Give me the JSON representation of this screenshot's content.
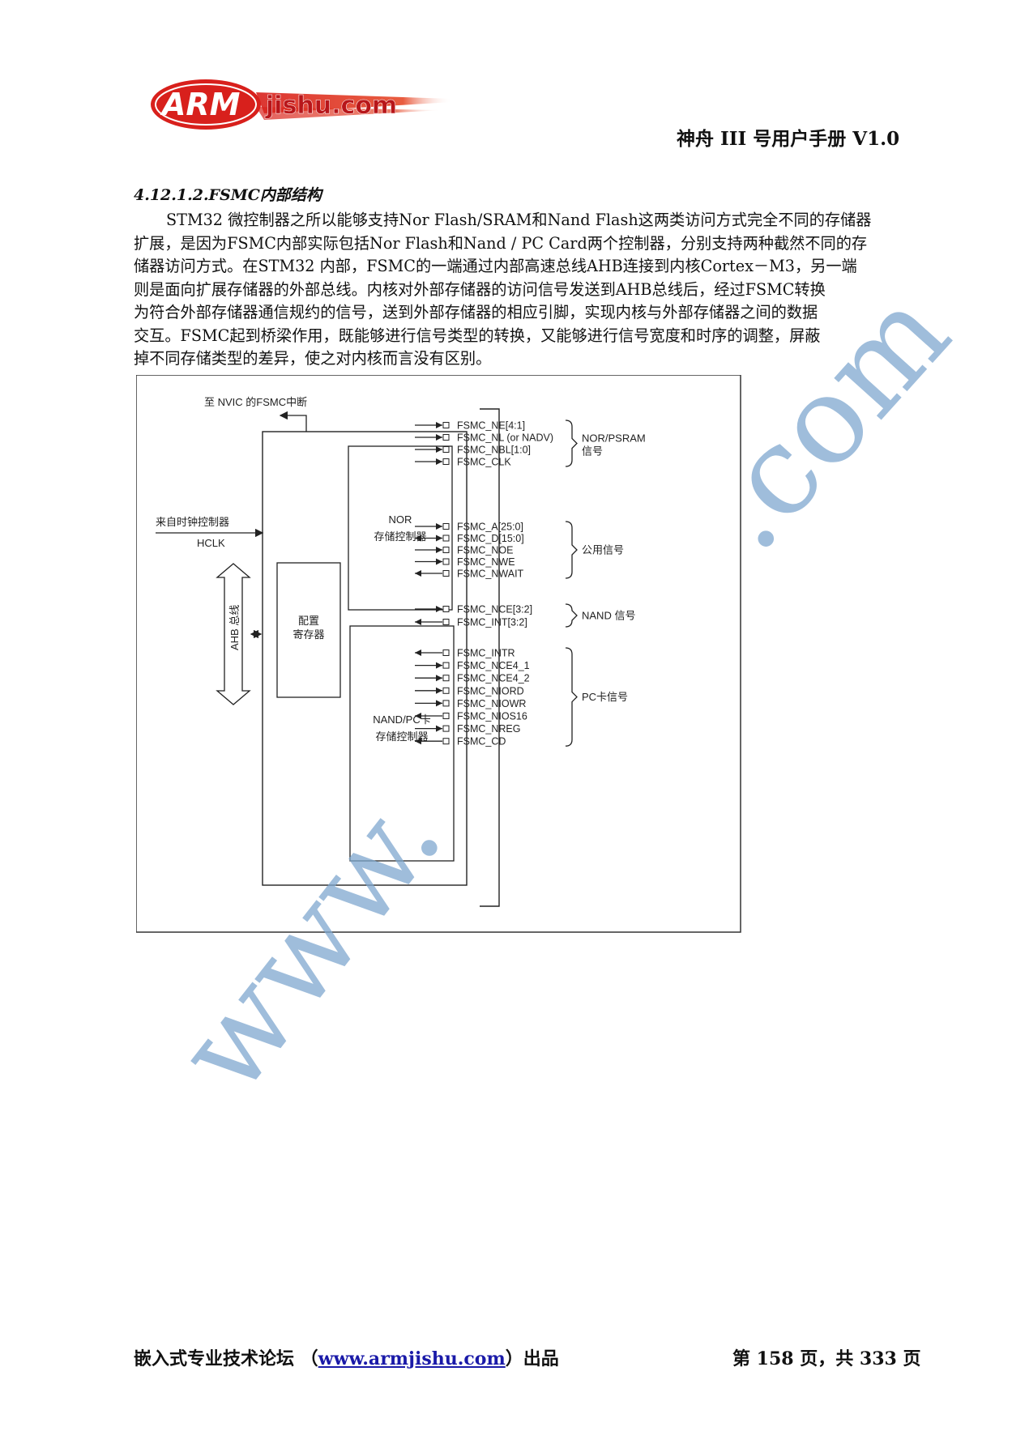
{
  "header": {
    "logo_text": "ARMjishu.com",
    "title": "神舟 III 号用户手册  V1.0"
  },
  "section": {
    "heading": "4.12.1.2.FSMC内部结构",
    "paragraph_lines": [
      "STM32 微控制器之所以能够支持Nor Flash/SRAM和Nand Flash这两类访问方式完全不同的存储器",
      "扩展，是因为FSMC内部实际包括Nor Flash和Nand / PC Card两个控制器，分别支持两种截然不同的存",
      "储器访问方式。在STM32 内部，FSMC的一端通过内部高速总线AHB连接到内核Cortex－M3，另一端",
      "则是面向扩展存储器的外部总线。内核对外部存储器的访问信号发送到AHB总线后，经过FSMC转换",
      "为符合外部存储器通信规约的信号，送到外部存储器的相应引脚，实现内核与外部存储器之间的数据",
      "交互。FSMC起到桥梁作用，既能够进行信号类型的转换，又能够进行信号宽度和时序的调整，屏蔽",
      "掉不同存储类型的差异，使之对内核而言没有区别。"
    ]
  },
  "diagram": {
    "nvic_label": "至 NVIC 的FSMC中断",
    "clock_label": "来自时钟控制器",
    "hclk_label": "HCLK",
    "ahb_label": "AHB 总线",
    "config_label_1": "配置",
    "config_label_2": "寄存器",
    "nor_label_1": "NOR",
    "nor_label_2": "存储控制器",
    "nand_label_1": "NAND/PC卡",
    "nand_label_2": "存储控制器",
    "signal_groups": [
      {
        "name_1": "NOR/PSRAM",
        "name_2": "信号",
        "signals": [
          {
            "label": "FSMC_NE[4:1]",
            "dir": "out"
          },
          {
            "label": "FSMC_NL (or NADV)",
            "dir": "out"
          },
          {
            "label": "FSMC_NBL[1:0]",
            "dir": "out"
          },
          {
            "label": "FSMC_CLK",
            "dir": "out"
          }
        ]
      },
      {
        "name_1": "公用信号",
        "name_2": "",
        "signals": [
          {
            "label": "FSMC_A[25:0]",
            "dir": "out"
          },
          {
            "label": "FSMC_D[15:0]",
            "dir": "bi"
          },
          {
            "label": "FSMC_NOE",
            "dir": "out"
          },
          {
            "label": "FSMC_NWE",
            "dir": "out"
          },
          {
            "label": "FSMC_NWAIT",
            "dir": "in"
          }
        ]
      },
      {
        "name_1": "NAND 信号",
        "name_2": "",
        "signals": [
          {
            "label": "FSMC_NCE[3:2]",
            "dir": "out"
          },
          {
            "label": "FSMC_INT[3:2]",
            "dir": "in"
          }
        ]
      },
      {
        "name_1": "PC卡信号",
        "name_2": "",
        "signals": [
          {
            "label": "FSMC_INTR",
            "dir": "in"
          },
          {
            "label": "FSMC_NCE4_1",
            "dir": "out"
          },
          {
            "label": "FSMC_NCE4_2",
            "dir": "out"
          },
          {
            "label": "FSMC_NIORD",
            "dir": "out"
          },
          {
            "label": "FSMC_NIOWR",
            "dir": "out"
          },
          {
            "label": "FSMC_NIOS16",
            "dir": "in"
          },
          {
            "label": "FSMC_NREG",
            "dir": "out"
          },
          {
            "label": "FSMC_CD",
            "dir": "in"
          }
        ]
      }
    ]
  },
  "watermark": {
    "text_www": "www.",
    "text_com": ".com"
  },
  "footer": {
    "left_prefix": "嵌入式专业技术论坛  （",
    "link_text": "www.armjishu.com",
    "left_suffix": "）出品",
    "page_info": "第 158 页，共 333 页"
  },
  "colors": {
    "logo_red": "#d8201c",
    "watermark_blue": "#7fa8cf",
    "link_blue": "#1a1aa8"
  }
}
